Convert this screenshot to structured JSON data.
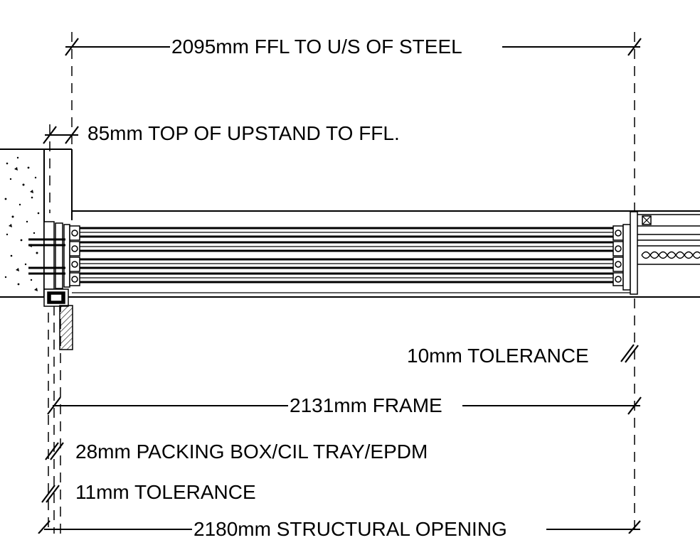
{
  "drawing": {
    "dims": {
      "ffl_to_steel": "2095mm FFL TO U/S OF STEEL",
      "upstand_to_ffl": "85mm TOP OF UPSTAND TO FFL.",
      "tolerance_right": "10mm TOLERANCE",
      "frame": "2131mm FRAME",
      "packing": "28mm PACKING BOX/CIL TRAY/EPDM",
      "tolerance_left": "11mm TOLERANCE",
      "structural_opening": "2180mm STRUCTURAL OPENING"
    },
    "colors": {
      "ink": "#000000",
      "background": "#ffffff"
    }
  }
}
